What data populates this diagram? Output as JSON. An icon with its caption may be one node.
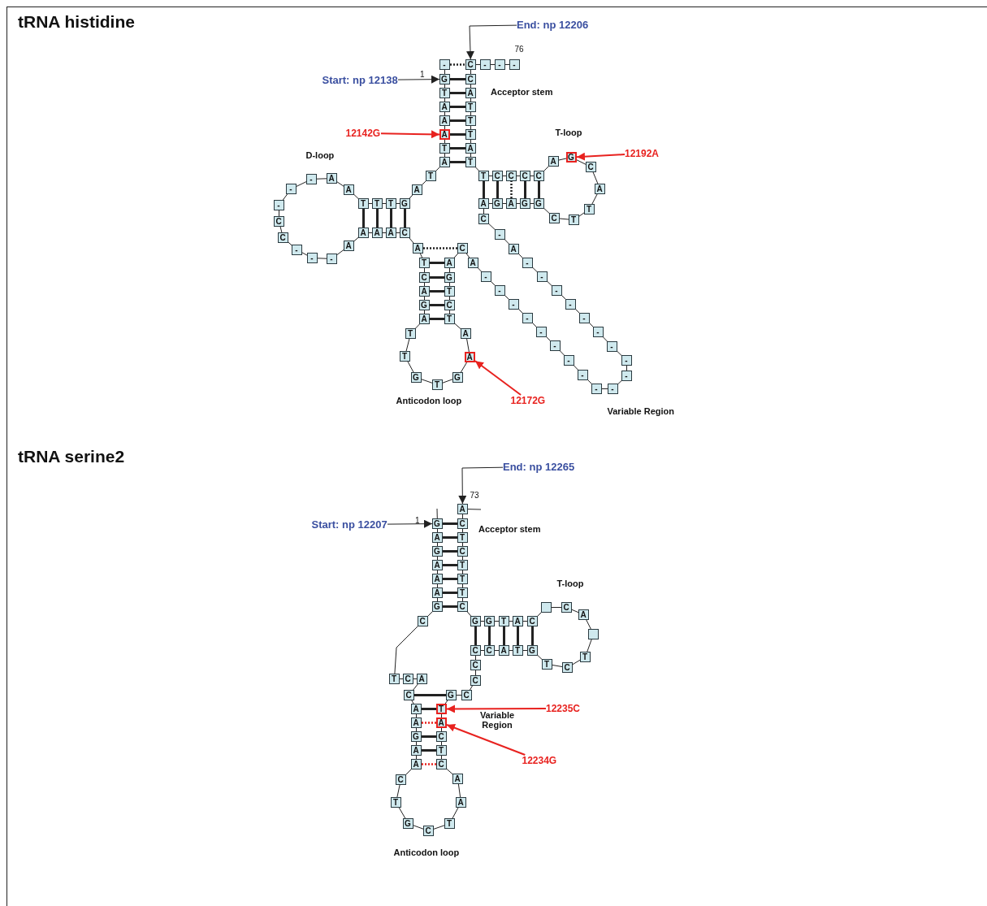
{
  "diagram": {
    "nodes": [
      {
        "text": [
          "-"
        ]
      },
      {
        "text": [
          "G"
        ]
      },
      {
        "text": [
          "T"
        ]
      },
      {
        "text": [
          "A"
        ]
      },
      {
        "text": [
          "A"
        ]
      },
      {
        "text": [
          "A"
        ]
      },
      {
        "text": [
          "T"
        ]
      },
      {
        "text": [
          "A"
        ]
      },
      {
        "text": [
          "T"
        ]
      },
      {
        "text": [
          "A"
        ]
      },
      {
        "text": [
          "G"
        ]
      },
      {
        "text": [
          "T"
        ]
      },
      {
        "text": [
          "T"
        ]
      },
      {
        "text": [
          "T"
        ]
      },
      {
        "text": [
          "A"
        ]
      },
      {
        "text": [
          "A"
        ]
      },
      {
        "text": [
          "-"
        ]
      },
      {
        "text": [
          "-"
        ]
      },
      {
        "text": [
          "-"
        ]
      },
      {
        "text": [
          "C"
        ]
      },
      {
        "text": [
          "C"
        ]
      },
      {
        "text": [
          "-"
        ]
      },
      {
        "text": [
          "-"
        ]
      },
      {
        "text": [
          "-"
        ]
      },
      {
        "text": [
          "A"
        ]
      },
      {
        "text": [
          "A"
        ]
      },
      {
        "text": [
          "A"
        ]
      },
      {
        "text": [
          "A"
        ]
      },
      {
        "text": [
          "C"
        ]
      },
      {
        "text": [
          "A"
        ]
      },
      {
        "text": [
          "T"
        ]
      },
      {
        "text": [
          "C"
        ]
      },
      {
        "text": [
          "A"
        ]
      },
      {
        "text": [
          "G"
        ]
      },
      {
        "text": [
          "A"
        ]
      },
      {
        "text": [
          "T"
        ]
      },
      {
        "text": [
          "T"
        ]
      },
      {
        "text": [
          "G"
        ]
      },
      {
        "text": [
          "T"
        ]
      },
      {
        "text": [
          "G"
        ]
      },
      {
        "text": [
          "A"
        ]
      },
      {
        "text": [
          "A"
        ]
      },
      {
        "text": [
          "T"
        ]
      },
      {
        "text": [
          "C"
        ]
      },
      {
        "text": [
          "T"
        ]
      },
      {
        "text": [
          "G"
        ]
      },
      {
        "text": [
          "A"
        ]
      },
      {
        "text": [
          "C"
        ]
      },
      {
        "text": [
          "A"
        ]
      },
      {
        "text": [
          "-"
        ]
      },
      {
        "text": [
          "-"
        ]
      },
      {
        "text": [
          "-"
        ]
      },
      {
        "text": [
          "-"
        ]
      },
      {
        "text": [
          "-"
        ]
      },
      {
        "text": [
          "-"
        ]
      },
      {
        "text": [
          "-"
        ]
      },
      {
        "text": [
          "-"
        ]
      },
      {
        "text": [
          "-"
        ]
      },
      {
        "text": [
          "-"
        ]
      },
      {
        "text": [
          "-"
        ]
      },
      {
        "text": [
          "-"
        ]
      },
      {
        "text": [
          "-"
        ]
      },
      {
        "text": [
          "-"
        ]
      },
      {
        "text": [
          "-"
        ]
      },
      {
        "text": [
          "-"
        ]
      },
      {
        "text": [
          "-"
        ]
      },
      {
        "text": [
          "-"
        ]
      },
      {
        "text": [
          "-"
        ]
      },
      {
        "text": [
          "A"
        ]
      },
      {
        "text": [
          "-"
        ]
      },
      {
        "text": [
          "C"
        ]
      },
      {
        "text": [
          "A"
        ]
      },
      {
        "text": [
          "G"
        ]
      },
      {
        "text": [
          "A"
        ]
      },
      {
        "text": [
          "G"
        ]
      },
      {
        "text": [
          "G"
        ]
      },
      {
        "text": [
          "C"
        ]
      },
      {
        "text": [
          "T"
        ]
      },
      {
        "text": [
          "T"
        ]
      },
      {
        "text": [
          "A"
        ]
      },
      {
        "text": [
          "C"
        ]
      },
      {
        "text": [
          "G"
        ]
      },
      {
        "text": [
          "A"
        ]
      },
      {
        "text": [
          "C"
        ]
      },
      {
        "text": [
          "C"
        ]
      },
      {
        "text": [
          "C"
        ]
      },
      {
        "text": [
          "C"
        ]
      },
      {
        "text": [
          "T"
        ]
      },
      {
        "text": [
          "T"
        ]
      },
      {
        "text": [
          "A"
        ]
      },
      {
        "text": [
          "T"
        ]
      },
      {
        "text": [
          "T"
        ]
      },
      {
        "text": [
          "T"
        ]
      },
      {
        "text": [
          "A"
        ]
      },
      {
        "text": [
          "C"
        ]
      },
      {
        "text": [
          "C"
        ]
      },
      {
        "text": [
          "-"
        ]
      },
      {
        "text": [
          "-"
        ]
      },
      {
        "text": [
          "-"
        ]
      },
      {
        "text": [
          "G"
        ]
      },
      {
        "text": [
          "A"
        ]
      },
      {
        "text": [
          "G"
        ]
      },
      {
        "text": [
          "A"
        ]
      },
      {
        "text": [
          "A"
        ]
      },
      {
        "text": [
          "A"
        ]
      },
      {
        "text": [
          "G"
        ]
      },
      {
        "text": [
          "C"
        ]
      },
      {
        "text": [
          "T"
        ]
      },
      {
        "text": [
          "C"
        ]
      },
      {
        "text": [
          "A"
        ]
      },
      {
        "text": [
          "C"
        ]
      },
      {
        "text": [
          "A"
        ]
      },
      {
        "text": [
          "A"
        ]
      },
      {
        "text": [
          "G"
        ]
      },
      {
        "text": [
          "A"
        ]
      },
      {
        "text": [
          "A"
        ]
      },
      {
        "text": [
          "C"
        ]
      },
      {
        "text": [
          "T"
        ]
      },
      {
        "text": [
          "G"
        ]
      },
      {
        "text": [
          "C"
        ]
      },
      {
        "text": [
          "T"
        ]
      },
      {
        "text": [
          "A"
        ]
      },
      {
        "text": [
          "A"
        ]
      },
      {
        "text": [
          "C"
        ]
      },
      {
        "text": [
          "T"
        ]
      },
      {
        "text": [
          "C"
        ]
      },
      {
        "text": [
          "A"
        ]
      },
      {
        "text": [
          "T"
        ]
      },
      {
        "text": [
          "G"
        ]
      },
      {
        "text": [
          "C"
        ]
      },
      {
        "text": [
          "C"
        ]
      },
      {
        "text": [
          "C"
        ]
      },
      {
        "text": [
          "C"
        ]
      },
      {
        "text": [
          "C"
        ]
      },
      {
        "text": [
          "A"
        ]
      },
      {
        "text": [
          "T"
        ]
      },
      {
        "text": [
          "G"
        ]
      },
      {
        "text": [
          "T"
        ]
      },
      {
        "text": [
          "C"
        ]
      },
      {
        "text": [
          "T"
        ]
      },
      {
        "text": [],
        "shape": "box"
      },
      {
        "text": [
          "A"
        ]
      },
      {
        "text": [
          "C"
        ]
      },
      {
        "text": [],
        "shape": "box"
      },
      {
        "text": [
          "C"
        ]
      },
      {
        "text": [
          "A"
        ]
      },
      {
        "text": [
          "T"
        ]
      },
      {
        "text": [
          "G"
        ]
      },
      {
        "text": [
          "G"
        ]
      },
      {
        "text": [
          "C"
        ]
      },
      {
        "text": [
          "T"
        ]
      },
      {
        "text": [
          "T"
        ]
      },
      {
        "text": [
          "T"
        ]
      },
      {
        "text": [
          "C"
        ]
      },
      {
        "text": [
          "T"
        ]
      },
      {
        "text": [
          "C"
        ]
      },
      {
        "text": [
          "A"
        ]
      },
      {
        "text": [
          "Start: np 12138"
        ]
      },
      {
        "text": [
          "End: np 12206"
        ]
      },
      {
        "text": [
          "12142G"
        ]
      },
      {
        "text": [
          "12192A"
        ]
      },
      {
        "text": [
          "12172G"
        ]
      },
      {
        "text": [
          "Start: np 12207"
        ]
      },
      {
        "text": [
          "End: np 12265"
        ]
      },
      {
        "text": [
          "12235C"
        ]
      },
      {
        "text": [
          "12234G"
        ]
      }
    ],
    "edges": [
      {
        "from": 0,
        "to": 1,
        "arrow": "none"
      },
      {
        "from": 1,
        "to": 2,
        "arrow": "none"
      },
      {
        "from": 2,
        "to": 3,
        "arrow": "none"
      },
      {
        "from": 3,
        "to": 4,
        "arrow": "none"
      },
      {
        "from": 4,
        "to": 5,
        "arrow": "none"
      },
      {
        "from": 5,
        "to": 6,
        "arrow": "none"
      },
      {
        "from": 6,
        "to": 7,
        "arrow": "none"
      },
      {
        "from": 7,
        "to": 8,
        "arrow": "none"
      },
      {
        "from": 8,
        "to": 9,
        "arrow": "none"
      },
      {
        "from": 9,
        "to": 10,
        "arrow": "none"
      },
      {
        "from": 10,
        "to": 11,
        "arrow": "none"
      },
      {
        "from": 11,
        "to": 12,
        "arrow": "none"
      },
      {
        "from": 12,
        "to": 13,
        "arrow": "none"
      },
      {
        "from": 13,
        "to": 14,
        "arrow": "none"
      },
      {
        "from": 14,
        "to": 15,
        "arrow": "none"
      },
      {
        "from": 15,
        "to": 16,
        "arrow": "none"
      },
      {
        "from": 16,
        "to": 17,
        "arrow": "none"
      },
      {
        "from": 17,
        "to": 18,
        "arrow": "none"
      },
      {
        "from": 18,
        "to": 19,
        "arrow": "none"
      },
      {
        "from": 19,
        "to": 20,
        "arrow": "none"
      },
      {
        "from": 20,
        "to": 21,
        "arrow": "none"
      },
      {
        "from": 21,
        "to": 22,
        "arrow": "none"
      },
      {
        "from": 22,
        "to": 23,
        "arrow": "none"
      },
      {
        "from": 23,
        "to": 24,
        "arrow": "none"
      },
      {
        "from": 24,
        "to": 25,
        "arrow": "none"
      },
      {
        "from": 25,
        "to": 26,
        "arrow": "none"
      },
      {
        "from": 26,
        "to": 27,
        "arrow": "none"
      },
      {
        "from": 27,
        "to": 28,
        "arrow": "none"
      },
      {
        "from": 28,
        "to": 29,
        "arrow": "none"
      },
      {
        "from": 29,
        "to": 30,
        "arrow": "none"
      },
      {
        "from": 30,
        "to": 31,
        "arrow": "none"
      },
      {
        "from": 31,
        "to": 32,
        "arrow": "none"
      },
      {
        "from": 32,
        "to": 33,
        "arrow": "none"
      },
      {
        "from": 33,
        "to": 34,
        "arrow": "none"
      },
      {
        "from": 34,
        "to": 35,
        "arrow": "none"
      },
      {
        "from": 35,
        "to": 36,
        "arrow": "none"
      },
      {
        "from": 36,
        "to": 37,
        "arrow": "none"
      },
      {
        "from": 37,
        "to": 38,
        "arrow": "none"
      },
      {
        "from": 38,
        "to": 39,
        "arrow": "none"
      },
      {
        "from": 39,
        "to": 40,
        "arrow": "none"
      },
      {
        "from": 40,
        "to": 41,
        "arrow": "none"
      },
      {
        "from": 41,
        "to": 42,
        "arrow": "none"
      },
      {
        "from": 42,
        "to": 43,
        "arrow": "none"
      },
      {
        "from": 43,
        "to": 44,
        "arrow": "none"
      },
      {
        "from": 44,
        "to": 45,
        "arrow": "none"
      },
      {
        "from": 45,
        "to": 46,
        "arrow": "none"
      },
      {
        "from": 46,
        "to": 47,
        "arrow": "none"
      },
      {
        "from": 47,
        "to": 48,
        "arrow": "none"
      },
      {
        "from": 48,
        "to": 49,
        "arrow": "none"
      },
      {
        "from": 49,
        "to": 50,
        "arrow": "none"
      },
      {
        "from": 50,
        "to": 51,
        "arrow": "none"
      },
      {
        "from": 51,
        "to": 52,
        "arrow": "none"
      },
      {
        "from": 52,
        "to": 53,
        "arrow": "none"
      },
      {
        "from": 53,
        "to": 54,
        "arrow": "none"
      },
      {
        "from": 54,
        "to": 55,
        "arrow": "none"
      },
      {
        "from": 55,
        "to": 56,
        "arrow": "none"
      },
      {
        "from": 56,
        "to": 57,
        "arrow": "none"
      },
      {
        "from": 57,
        "to": 58,
        "arrow": "none"
      },
      {
        "from": 58,
        "to": 59,
        "arrow": "none"
      },
      {
        "from": 59,
        "to": 60,
        "arrow": "none"
      },
      {
        "from": 60,
        "to": 61,
        "arrow": "none"
      },
      {
        "from": 61,
        "to": 62,
        "arrow": "none"
      },
      {
        "from": 62,
        "to": 63,
        "arrow": "none"
      },
      {
        "from": 63,
        "to": 64,
        "arrow": "none"
      },
      {
        "from": 64,
        "to": 65,
        "arrow": "none"
      },
      {
        "from": 65,
        "to": 66,
        "arrow": "none"
      },
      {
        "from": 66,
        "to": 67,
        "arrow": "none"
      },
      {
        "from": 67,
        "to": 68,
        "arrow": "none"
      },
      {
        "from": 68,
        "to": 69,
        "arrow": "none"
      },
      {
        "from": 69,
        "to": 70,
        "arrow": "none"
      },
      {
        "from": 70,
        "to": 71,
        "arrow": "none"
      },
      {
        "from": 71,
        "to": 72,
        "arrow": "none"
      },
      {
        "from": 72,
        "to": 73,
        "arrow": "none"
      },
      {
        "from": 73,
        "to": 74,
        "arrow": "none"
      },
      {
        "from": 74,
        "to": 75,
        "arrow": "none"
      },
      {
        "from": 75,
        "to": 76,
        "arrow": "none"
      },
      {
        "from": 76,
        "to": 77,
        "arrow": "none"
      },
      {
        "from": 77,
        "to": 78,
        "arrow": "none"
      },
      {
        "from": 78,
        "to": 79,
        "arrow": "none"
      },
      {
        "from": 79,
        "to": 80,
        "arrow": "none"
      },
      {
        "from": 80,
        "to": 81,
        "arrow": "none"
      },
      {
        "from": 81,
        "to": 82,
        "arrow": "none"
      },
      {
        "from": 82,
        "to": 83,
        "arrow": "none"
      },
      {
        "from": 83,
        "to": 84,
        "arrow": "none"
      },
      {
        "from": 84,
        "to": 85,
        "arrow": "none"
      },
      {
        "from": 85,
        "to": 86,
        "arrow": "none"
      },
      {
        "from": 86,
        "to": 87,
        "arrow": "none"
      },
      {
        "from": 87,
        "to": 88,
        "arrow": "none"
      },
      {
        "from": 88,
        "to": 89,
        "arrow": "none"
      },
      {
        "from": 89,
        "to": 90,
        "arrow": "none"
      },
      {
        "from": 90,
        "to": 91,
        "arrow": "none"
      },
      {
        "from": 91,
        "to": 92,
        "arrow": "none"
      },
      {
        "from": 92,
        "to": 93,
        "arrow": "none"
      },
      {
        "from": 93,
        "to": 94,
        "arrow": "none"
      },
      {
        "from": 94,
        "to": 95,
        "arrow": "none"
      },
      {
        "from": 95,
        "to": 96,
        "arrow": "none"
      },
      {
        "from": 96,
        "to": 97,
        "arrow": "none"
      },
      {
        "from": 97,
        "to": 98,
        "arrow": "none"
      },
      {
        "from": 0,
        "to": 95,
        "arrow": "none",
        "style": "dashed"
      },
      {
        "from": 1,
        "to": 94,
        "arrow": "none",
        "style": "thick"
      },
      {
        "from": 2,
        "to": 93,
        "arrow": "none",
        "style": "thick"
      },
      {
        "from": 3,
        "to": 92,
        "arrow": "none",
        "style": "thick"
      },
      {
        "from": 4,
        "to": 91,
        "arrow": "none",
        "style": "thick"
      },
      {
        "from": 5,
        "to": 90,
        "arrow": "none",
        "style": "thick"
      },
      {
        "from": 6,
        "to": 89,
        "arrow": "none",
        "style": "thick"
      },
      {
        "from": 7,
        "to": 88,
        "arrow": "none",
        "style": "thick"
      },
      {
        "from": 10,
        "to": 28,
        "arrow": "none",
        "style": "thick"
      },
      {
        "from": 11,
        "to": 27,
        "arrow": "none",
        "style": "thick"
      },
      {
        "from": 12,
        "to": 26,
        "arrow": "none",
        "style": "thick"
      },
      {
        "from": 13,
        "to": 25,
        "arrow": "none",
        "style": "thick"
      },
      {
        "from": 29,
        "to": 47,
        "arrow": "none",
        "style": "dashed"
      },
      {
        "from": 30,
        "to": 46,
        "arrow": "none",
        "style": "thick"
      },
      {
        "from": 31,
        "to": 45,
        "arrow": "none",
        "style": "thick"
      },
      {
        "from": 32,
        "to": 44,
        "arrow": "none",
        "style": "thick"
      },
      {
        "from": 33,
        "to": 43,
        "arrow": "none",
        "style": "thick"
      },
      {
        "from": 34,
        "to": 42,
        "arrow": "none",
        "style": "thick"
      },
      {
        "from": 71,
        "to": 87,
        "arrow": "none",
        "style": "thick"
      },
      {
        "from": 72,
        "to": 86,
        "arrow": "none",
        "style": "thick"
      },
      {
        "from": 73,
        "to": 85,
        "arrow": "none",
        "style": "dashed"
      },
      {
        "from": 74,
        "to": 84,
        "arrow": "none",
        "style": "thick"
      },
      {
        "from": 75,
        "to": 83,
        "arrow": "none",
        "style": "thick"
      },
      {
        "from": 157,
        "to": 1,
        "arrow": "to"
      },
      {
        "from": 158,
        "to": 95,
        "arrow": "to"
      },
      {
        "from": 159,
        "to": 5,
        "arrow": "to",
        "color": "#e8221f"
      },
      {
        "from": 160,
        "to": 81,
        "arrow": "to",
        "color": "#e8221f"
      },
      {
        "from": 161,
        "to": 40,
        "arrow": "to",
        "color": "#e8221f"
      },
      {
        "from": 99,
        "to": 100,
        "arrow": "none"
      },
      {
        "from": 100,
        "to": 101,
        "arrow": "none"
      },
      {
        "from": 101,
        "to": 102,
        "arrow": "none"
      },
      {
        "from": 102,
        "to": 103,
        "arrow": "none"
      },
      {
        "from": 103,
        "to": 104,
        "arrow": "none"
      },
      {
        "from": 104,
        "to": 105,
        "arrow": "none"
      },
      {
        "from": 105,
        "to": 106,
        "arrow": "none"
      },
      {
        "from": 106,
        "to": 107,
        "arrow": "none"
      },
      {
        "from": 107,
        "to": 108,
        "arrow": "none"
      },
      {
        "from": 108,
        "to": 109,
        "arrow": "none"
      },
      {
        "from": 109,
        "to": 110,
        "arrow": "none"
      },
      {
        "from": 110,
        "to": 111,
        "arrow": "none"
      },
      {
        "from": 111,
        "to": 112,
        "arrow": "none"
      },
      {
        "from": 112,
        "to": 113,
        "arrow": "none"
      },
      {
        "from": 113,
        "to": 114,
        "arrow": "none"
      },
      {
        "from": 114,
        "to": 115,
        "arrow": "none"
      },
      {
        "from": 115,
        "to": 116,
        "arrow": "none"
      },
      {
        "from": 116,
        "to": 117,
        "arrow": "none"
      },
      {
        "from": 117,
        "to": 118,
        "arrow": "none"
      },
      {
        "from": 118,
        "to": 119,
        "arrow": "none"
      },
      {
        "from": 119,
        "to": 120,
        "arrow": "none"
      },
      {
        "from": 120,
        "to": 121,
        "arrow": "none"
      },
      {
        "from": 121,
        "to": 122,
        "arrow": "none"
      },
      {
        "from": 122,
        "to": 123,
        "arrow": "none"
      },
      {
        "from": 123,
        "to": 124,
        "arrow": "none"
      },
      {
        "from": 124,
        "to": 125,
        "arrow": "none"
      },
      {
        "from": 125,
        "to": 126,
        "arrow": "none"
      },
      {
        "from": 126,
        "to": 127,
        "arrow": "none"
      },
      {
        "from": 127,
        "to": 128,
        "arrow": "none"
      },
      {
        "from": 128,
        "to": 129,
        "arrow": "none"
      },
      {
        "from": 129,
        "to": 130,
        "arrow": "none"
      },
      {
        "from": 130,
        "to": 131,
        "arrow": "none"
      },
      {
        "from": 131,
        "to": 132,
        "arrow": "none"
      },
      {
        "from": 132,
        "to": 133,
        "arrow": "none"
      },
      {
        "from": 133,
        "to": 134,
        "arrow": "none"
      },
      {
        "from": 134,
        "to": 135,
        "arrow": "none"
      },
      {
        "from": 135,
        "to": 136,
        "arrow": "none"
      },
      {
        "from": 136,
        "to": 137,
        "arrow": "none"
      },
      {
        "from": 137,
        "to": 138,
        "arrow": "none"
      },
      {
        "from": 138,
        "to": 139,
        "arrow": "none"
      },
      {
        "from": 139,
        "to": 140,
        "arrow": "none"
      },
      {
        "from": 140,
        "to": 141,
        "arrow": "none"
      },
      {
        "from": 141,
        "to": 142,
        "arrow": "none"
      },
      {
        "from": 142,
        "to": 143,
        "arrow": "none"
      },
      {
        "from": 143,
        "to": 144,
        "arrow": "none"
      },
      {
        "from": 144,
        "to": 145,
        "arrow": "none"
      },
      {
        "from": 145,
        "to": 146,
        "arrow": "none"
      },
      {
        "from": 146,
        "to": 147,
        "arrow": "none"
      },
      {
        "from": 147,
        "to": 148,
        "arrow": "none"
      },
      {
        "from": 148,
        "to": 149,
        "arrow": "none"
      },
      {
        "from": 149,
        "to": 150,
        "arrow": "none"
      },
      {
        "from": 150,
        "to": 151,
        "arrow": "none"
      },
      {
        "from": 151,
        "to": 152,
        "arrow": "none"
      },
      {
        "from": 152,
        "to": 153,
        "arrow": "none"
      },
      {
        "from": 153,
        "to": 154,
        "arrow": "none"
      },
      {
        "from": 154,
        "to": 155,
        "arrow": "none"
      },
      {
        "from": 155,
        "to": 156,
        "arrow": "none"
      },
      {
        "from": 99,
        "to": 155,
        "arrow": "none",
        "style": "thick"
      },
      {
        "from": 100,
        "to": 154,
        "arrow": "none",
        "style": "thick"
      },
      {
        "from": 101,
        "to": 153,
        "arrow": "none",
        "style": "thick"
      },
      {
        "from": 102,
        "to": 152,
        "arrow": "none",
        "style": "thick"
      },
      {
        "from": 103,
        "to": 151,
        "arrow": "none",
        "style": "thick"
      },
      {
        "from": 104,
        "to": 150,
        "arrow": "none",
        "style": "thick"
      },
      {
        "from": 105,
        "to": 149,
        "arrow": "none",
        "style": "thick"
      },
      {
        "from": 110,
        "to": 128,
        "arrow": "none",
        "style": "thick"
      },
      {
        "from": 111,
        "to": 127,
        "arrow": "none",
        "style": "thick"
      },
      {
        "from": 112,
        "to": 126,
        "arrow": "none",
        "style": "dashed",
        "color": "#e8221f"
      },
      {
        "from": 113,
        "to": 125,
        "arrow": "none",
        "style": "thick"
      },
      {
        "from": 114,
        "to": 124,
        "arrow": "none",
        "style": "thick"
      },
      {
        "from": 115,
        "to": 123,
        "arrow": "none",
        "style": "dashed",
        "color": "#e8221f"
      },
      {
        "from": 132,
        "to": 148,
        "arrow": "none",
        "style": "thick"
      },
      {
        "from": 133,
        "to": 147,
        "arrow": "none",
        "style": "thick"
      },
      {
        "from": 134,
        "to": 146,
        "arrow": "none",
        "style": "thick"
      },
      {
        "from": 135,
        "to": 145,
        "arrow": "none",
        "style": "thick"
      },
      {
        "from": 136,
        "to": 144,
        "arrow": "none",
        "style": "thick"
      },
      {
        "from": 162,
        "to": 99,
        "arrow": "to"
      },
      {
        "from": 163,
        "to": 156,
        "arrow": "to"
      },
      {
        "from": 164,
        "to": 127,
        "arrow": "to",
        "color": "#e8221f"
      },
      {
        "from": 165,
        "to": 126,
        "arrow": "to",
        "color": "#e8221f"
      },
      {
        "from": null,
        "to": 99,
        "arrow": "none"
      },
      {
        "from": 156,
        "to": null,
        "arrow": "none"
      }
    ],
    "labels": [
      "tRNA histidine",
      "76",
      "1",
      "Acceptor stem",
      "T-loop",
      "D-loop",
      "Anticodon loop",
      "Variable Region",
      "tRNA serine2",
      "73",
      "1",
      "Acceptor stem",
      "T-loop",
      "Variable Region",
      "Anticodon loop"
    ]
  }
}
